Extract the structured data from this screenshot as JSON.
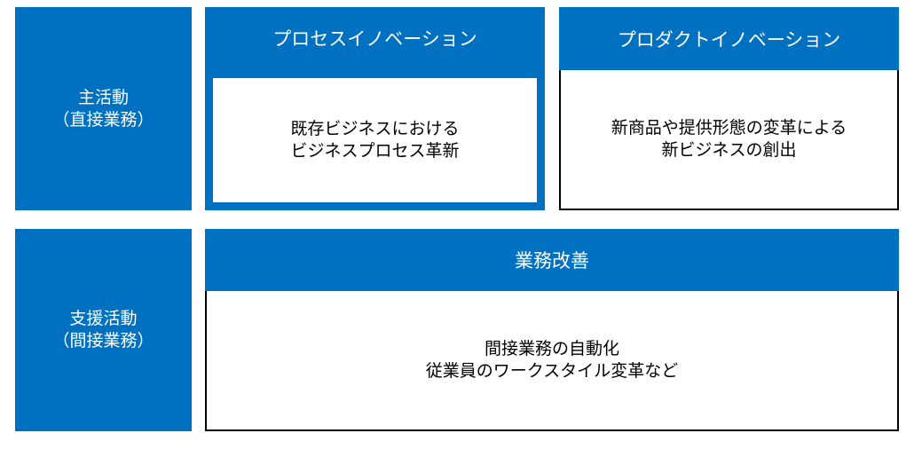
{
  "colors": {
    "primary": "#0070c0",
    "border": "#000000",
    "background": "#ffffff"
  },
  "rows": [
    {
      "label_line1": "主活動",
      "label_line2": "（直接業務）"
    },
    {
      "label_line1": "支援活動",
      "label_line2": "（間接業務）"
    }
  ],
  "boxes": {
    "process_innovation": {
      "title": "プロセスイノベーション",
      "line1": "既存ビジネスにおける",
      "line2": "ビジネスプロセス革新"
    },
    "product_innovation": {
      "title": "プロダクトイノベーション",
      "line1": "新商品や提供形態の変革による",
      "line2": "新ビジネスの創出"
    },
    "business_improvement": {
      "title": "業務改善",
      "line1": "間接業務の自動化",
      "line2": "従業員のワークスタイル変革など"
    }
  }
}
